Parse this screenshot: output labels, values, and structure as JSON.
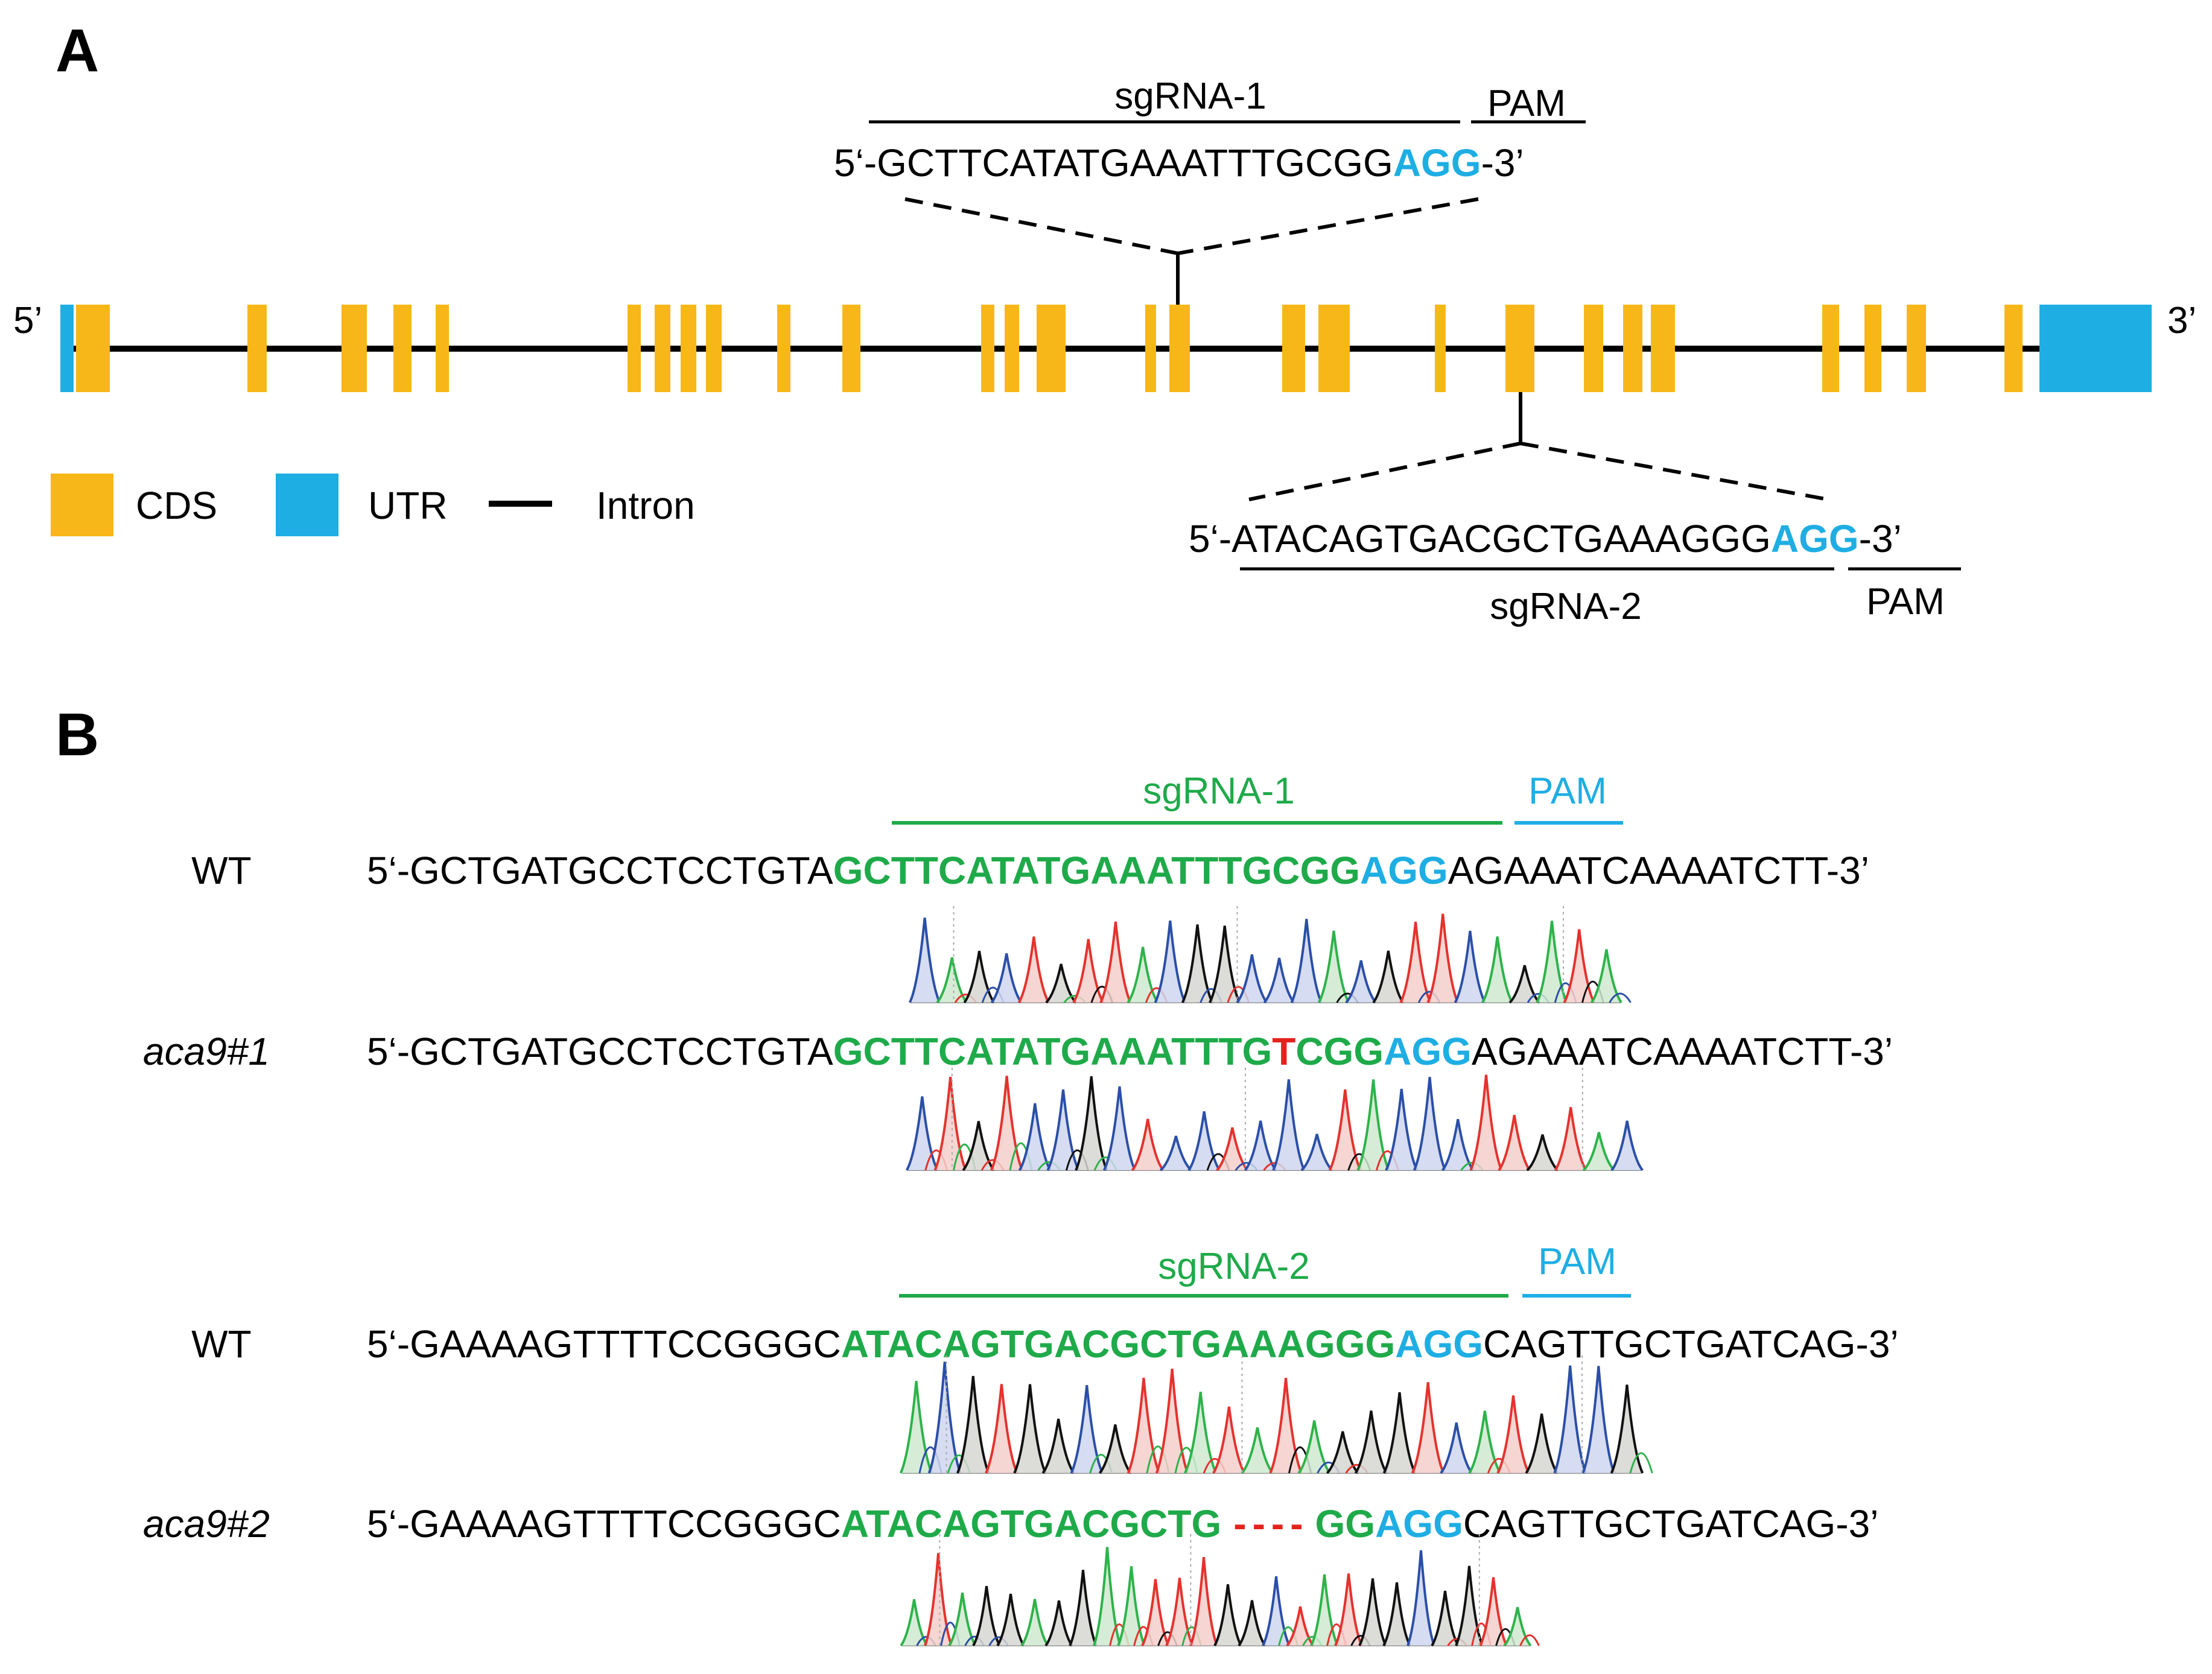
{
  "colors": {
    "cds": "#F7B718",
    "utr": "#1EAEE3",
    "intron": "#000000",
    "sg_green": "#1FAA4A",
    "pam_blue": "#1EAEE3",
    "mut_red": "#E3231C",
    "trace_green": "#2DB34A",
    "trace_red": "#E5322D",
    "trace_blue": "#2B4FA8",
    "trace_black": "#111111"
  },
  "panelA": {
    "label": "A",
    "five_prime": "5’",
    "three_prime": "3’",
    "sg1": {
      "name": "sgRNA-1",
      "pam_label": "PAM",
      "prefix": "5‘-",
      "target": "GCTTCATATGAAATTTGCGG",
      "pam": "AGG",
      "suffix": "-3’"
    },
    "sg2": {
      "name": "sgRNA-2",
      "pam_label": "PAM",
      "prefix": "5‘-",
      "target": "ATACAGTGACGCTGAAAGGG",
      "pam": "AGG",
      "suffix": "-3’"
    },
    "legend": {
      "cds": "CDS",
      "utr": "UTR",
      "intron": "Intron"
    }
  },
  "panelB": {
    "label": "B",
    "sg1_label": "sgRNA-1",
    "sg2_label": "sgRNA-2",
    "pam_label": "PAM",
    "rows": [
      {
        "label": "WT",
        "italic": false,
        "left": "5‘-GCTGATGCCTCCTGTA",
        "target": "GCTTCATATGAAATTTGCGG",
        "pam": "AGG",
        "right": "AGAAATCAAAATCTT-3’"
      },
      {
        "label": "aca9#1",
        "italic": true,
        "left": "5‘-GCTGATGCCTCCTGTA",
        "target_a": "GCTTCATATGAAATTTG",
        "insert": "T",
        "target_b": "CGG",
        "pam": "AGG",
        "right": "AGAAATCAAAATCTT-3’"
      },
      {
        "label": "WT",
        "italic": false,
        "left": "5‘-GAAAAGTTTTCCGGGC",
        "target": "ATACAGTGACGCTGAAAGGG",
        "pam": "AGG",
        "right": "CAGTTGCTGATCAG-3’"
      },
      {
        "label": "aca9#2",
        "italic": true,
        "left": "5‘-GAAAAGTTTTCCGGGC",
        "target_a": "ATACAGTGACGCTG",
        "deletion": "----",
        "target_b": "GG",
        "pam": "AGG",
        "right": "CAGTTGCTGATCAG-3’"
      }
    ]
  }
}
